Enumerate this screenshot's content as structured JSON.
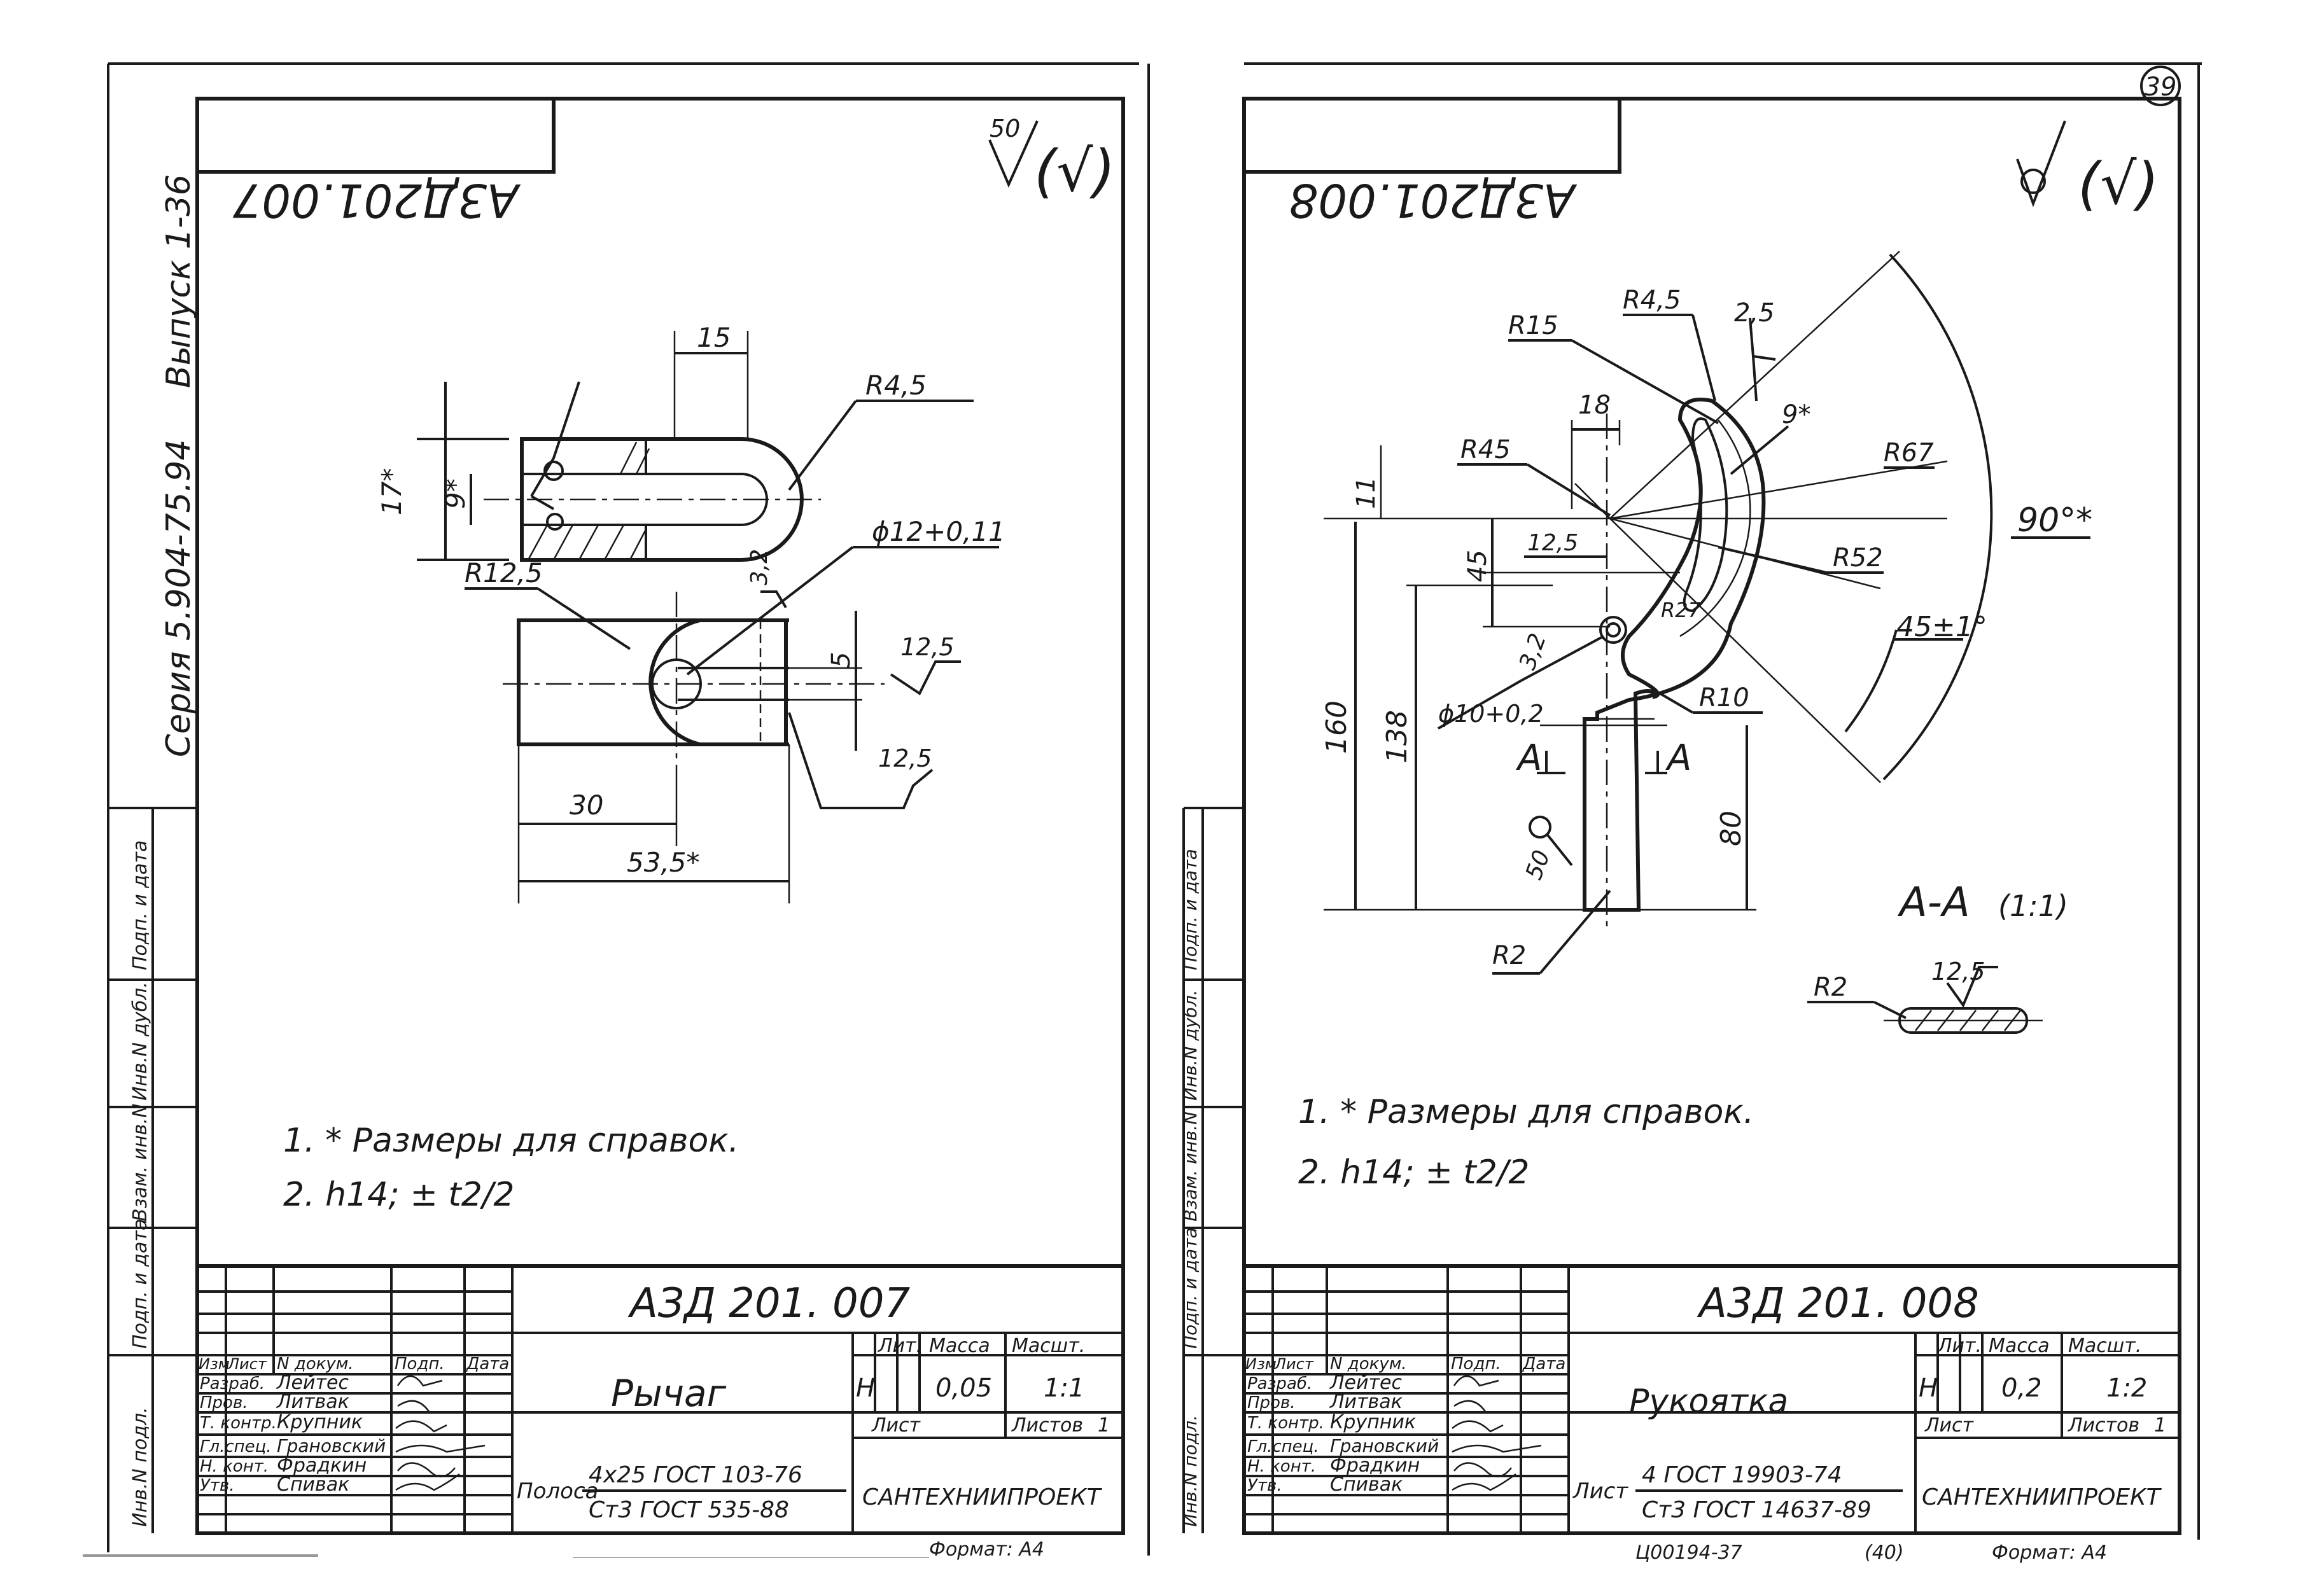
{
  "page_number": "39",
  "side_strip": {
    "series": "Серия 5.904-75.94",
    "issue": "Выпуск 1-36",
    "fields": [
      "Инв.N подл.",
      "Подп. и дата",
      "Взам. инв.N",
      "Инв.N дубл.",
      "Подп. и дата"
    ]
  },
  "sheet_left": {
    "stamp_mirrored": "А3Д201.007",
    "roughness": "50",
    "roughness_sub": "(√)",
    "dims": {
      "d15": "15",
      "r45": "R4,5",
      "d17": "17*",
      "d9": "9*",
      "phi12": "ϕ12+0,11",
      "d32": "3,2",
      "r125": "R12,5",
      "d5": "5",
      "ra125a": "12,5",
      "ra125b": "12,5",
      "d30": "30",
      "d535": "53,5*"
    },
    "notes": [
      "1. * Размеры для справок.",
      "2. h14; ± t2/2"
    ],
    "title_block": {
      "designation": "АЗД 201. 007",
      "name": "Рычаг",
      "header": [
        "Изм",
        "Лист",
        "N докум.",
        "Подп.",
        "Дата"
      ],
      "roles": [
        "Разраб.",
        "Пров.",
        "Т. контр.",
        "Гл.спец.",
        "Н. конт.",
        "Утв."
      ],
      "people": [
        "Лейтес",
        "Литвак",
        "Крупник",
        "Грановский",
        "Фрадкин",
        "Спивак"
      ],
      "lit_label": "Лит.",
      "mass_label": "Масса",
      "scale_label": "Масшт.",
      "lit": "Н",
      "mass": "0,05",
      "scale": "1:1",
      "sheet_label": "Лист",
      "sheets_label": "Листов",
      "sheets": "1",
      "material_prefix": "Полоса",
      "material_top": "4x25 ГОСТ 103-76",
      "material_bottom": "Ст3 ГОСТ 535-88",
      "org": "САНТЕХНИИПРОЕКТ",
      "format": "Формат: А4"
    }
  },
  "sheet_right": {
    "stamp_mirrored": "А3Д201.008",
    "roughness_sub": "(√)",
    "dims": {
      "r15": "R15",
      "r45b": "R4,5",
      "d25": "2,5",
      "d18": "18",
      "d9": "9*",
      "r45": "R45",
      "r67": "R67",
      "d11": "11",
      "a90": "90°*",
      "d45": "45",
      "d125": "12,5",
      "r52": "R52",
      "r27": "R27",
      "a45": "45±1°",
      "d32": "3,2",
      "phi10": "ϕ10+0,2",
      "r10": "R10",
      "d160": "160",
      "d138": "138",
      "cutA1": "A",
      "cutA2": "A",
      "d80": "80",
      "d50": "50",
      "r2": "R2",
      "sec": "А-А",
      "sec_scale": "(1:1)",
      "r2b": "R2",
      "ra125": "12,5"
    },
    "notes": [
      "1. * Размеры для справок.",
      "2. h14; ± t2/2"
    ],
    "title_block": {
      "designation": "А3Д 201. 008",
      "name": "Рукоятка",
      "header": [
        "Изм",
        "Лист",
        "N докум.",
        "Подп.",
        "Дата"
      ],
      "roles": [
        "Разраб.",
        "Пров.",
        "Т. контр.",
        "Гл.спец.",
        "Н. конт.",
        "Утв."
      ],
      "people": [
        "Лейтес",
        "Литвак",
        "Крупник",
        "Грановский",
        "Фрадкин",
        "Спивак"
      ],
      "lit_label": "Лит.",
      "mass_label": "Масса",
      "scale_label": "Масшт.",
      "lit": "Н",
      "mass": "0,2",
      "scale": "1:2",
      "sheet_label": "Лист",
      "sheets_label": "Листов",
      "sheets": "1",
      "material_prefix": "Лист",
      "material_top": "4 ГОСТ 19903-74",
      "material_bottom": "Ст3 ГОСТ 14637-89",
      "org": "САНТЕХНИИПРОЕКТ",
      "format": "Формат: А4",
      "footer_code": "Ц00194-37",
      "footer_page": "(40)"
    }
  }
}
